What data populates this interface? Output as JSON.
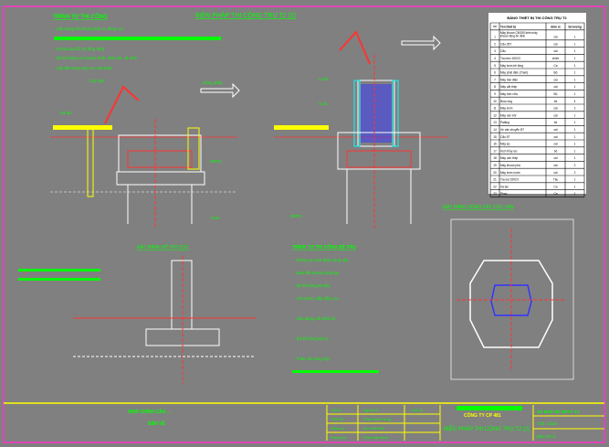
{
  "drawing": {
    "title": "BIỆN PHÁP THI CÔNG TRỤ T2 (2)",
    "section_heading": "TRÌNH TỰ THI CÔNG",
    "notes": [
      "- Lắp dựng hệ khung định vị, đóng cọc",
      "- Khoan tạo lỗ, hạ lồng thép",
      "- Đổ bê tông cọc khoan nhồi, tháo dỡ, vệ sinh",
      "- Lắp đặt vòng vây cọc ván thép"
    ],
    "mid_heading": "MẶT BẰNG BỐ TRÍ CỌC",
    "steps_heading": "TRÌNH TỰ THI CÔNG BỆ TRỤ",
    "steps": [
      "- Đóng cọc ván thép vòng vây",
      "- Đào đất trong vòng vây",
      "- Đổ bê tông bịt đáy",
      "- Hút nước, đập đầu cọc",
      "- Lắp dựng cốt thép bệ",
      "- Đổ bê tông bệ trụ",
      "- Tháo dỡ vòng vây"
    ],
    "plan_title": "MẶT BẰNG VÒNG VÂY CỌC VÁN",
    "labels": {
      "crane": "Cẩu 25T",
      "barge": "Xà lan",
      "flow": "Dòng chảy",
      "mnt": "MNTC",
      "elev1": "+2.50",
      "elev2": "-1.20",
      "elev3": "-3.50"
    }
  },
  "equipment_table": {
    "title": "BẢNG THIẾT BỊ THI CÔNG TRỤ T2",
    "headers": [
      "TT",
      "Tên thiết bị",
      "Đơn vị",
      "Số lượng"
    ],
    "rows": [
      [
        "1",
        "Máy khoan CM150 kèm máy khoan tăng ổn định",
        "cái",
        "1"
      ],
      [
        "2",
        "Cẩu 25T",
        "cái",
        "1"
      ],
      [
        "3",
        "Cẩu",
        "cái",
        "1"
      ],
      [
        "4",
        "Tàu kéo 150CV",
        "chiếc",
        "1"
      ],
      [
        "5",
        "Máy bơm bê tông",
        "Ca",
        "1"
      ],
      [
        "6",
        "Máy phát điện (Trạm)",
        "Bộ",
        "1"
      ],
      [
        "7",
        "Máy hàn điện",
        "cái",
        "1"
      ],
      [
        "8",
        "Máy cắt thép",
        "cái",
        "1"
      ],
      [
        "9",
        "Máy trộn vữa",
        "Bộ",
        "1"
      ],
      [
        "10",
        "Búa rung",
        "bộ",
        "4"
      ],
      [
        "11",
        "Máy bơm",
        "cái",
        "2"
      ],
      [
        "12",
        "Máy nén khí",
        "cái",
        "1"
      ],
      [
        "13",
        "Palăng",
        "bộ",
        "1"
      ],
      [
        "14",
        "Xe vận chuyển BT",
        "cái",
        "1"
      ],
      [
        "15",
        "Cẩu 5T",
        "cái",
        "1"
      ],
      [
        "16",
        "Máy ép",
        "cái",
        "1"
      ],
      [
        "17",
        "Kích thủy lực",
        "bộ",
        "1"
      ],
      [
        "18",
        "Máy uốn thép",
        "cái",
        "1"
      ],
      [
        "19",
        "Máy khoan phá",
        "cái",
        "2"
      ],
      [
        "20",
        "Máy bơm nước",
        "cái",
        "2"
      ],
      [
        "21",
        "Tàu lai 150CV",
        "Tàu",
        "1"
      ],
      [
        "22",
        "Xà lan",
        "Ca",
        "1"
      ],
      [
        "23",
        "Phao",
        "Ca",
        "1"
      ]
    ]
  },
  "title_block": {
    "project": "NHỊP CHÍNH CẦU ...",
    "sub": "BẢN VẼ",
    "roles": [
      "Chủ trì",
      "Thiết kế",
      "Kiểm tra",
      "Phụ trách"
    ],
    "names": [
      "Người vẽ",
      "Phan Minh Hùng",
      "Bùi Văn Bình",
      "Phan Văn Bình"
    ],
    "sig_header": "Chữ ký",
    "company": "CÔNG TY CP 481",
    "drawing_name": "BIỆN PHÁP THI CÔNG TRỤ T2 (2)",
    "right": [
      "SỐ BẢN VẼ: BPTC-T2",
      "Tỉ lệ: 1/100",
      "Bản vẽ số"
    ]
  }
}
